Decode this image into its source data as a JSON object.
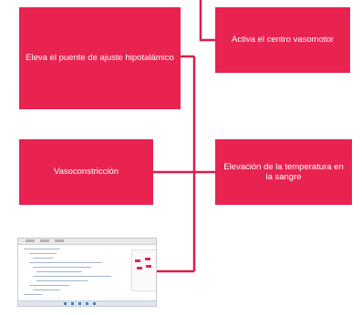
{
  "diagram": {
    "nodes": {
      "hypothalamic": {
        "label": "Eleva el puente de ajuste hipotalámico"
      },
      "vasomotor": {
        "label": "Activa el centro vasomotor"
      },
      "vasoconstriction": {
        "label": "Vasoconstricción"
      },
      "temperature": {
        "label": "Elevación de la temperatura en la sangre"
      }
    },
    "colors": {
      "box": "#e8234f",
      "connector": "#d41e4b",
      "box_text": "#ffffff"
    }
  },
  "thumbnail": {
    "type": "embedded-screenshot",
    "icon": "editor-window-thumbnail"
  }
}
